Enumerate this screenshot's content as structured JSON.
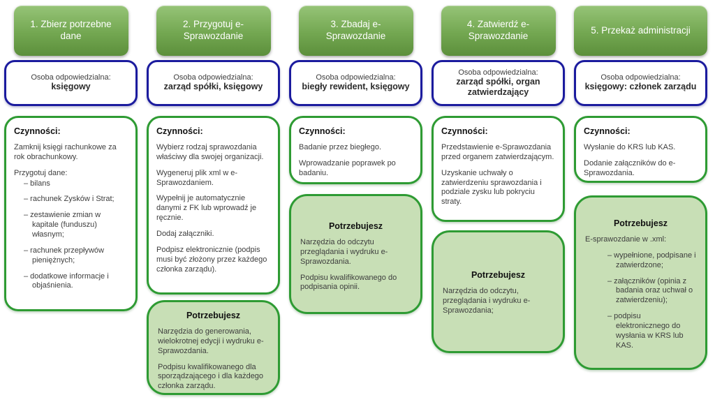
{
  "colors": {
    "header_green_top": "#96c477",
    "header_green_bottom": "#5c8f3b",
    "border_green": "#2e9b33",
    "border_blue": "#1b1b9e",
    "needs_fill": "#c8dfb6"
  },
  "columns": [
    {
      "header": "1. Zbierz potrzebne dane",
      "responsible_label": "Osoba odpowiedzialna:",
      "responsible": "księgowy",
      "activities_title": "Czynności:",
      "paragraphs": [
        "Zamknij księgi rachunkowe za rok obrachunkowy.",
        "Przygotuj dane:"
      ],
      "list": [
        "– bilans",
        "– rachunek Zysków i Strat;",
        "– zestawienie zmian w kapitale (funduszu) własnym;",
        "– rachunek przepływów pieniężnych;",
        "– dodatkowe informacje i objaśnienia."
      ]
    },
    {
      "header": "2. Przygotuj e-Sprawozdanie",
      "responsible_label": "Osoba odpowiedzialna:",
      "responsible": "zarząd spółki, księgowy",
      "activities_title": "Czynności:",
      "paragraphs": [
        "Wybierz rodzaj sprawozdania właściwy dla swojej organizacji.",
        "Wygeneruj plik xml w e-Sprawozdaniem.",
        "Wypełnij je automatycznie danymi z FK lub wprowadź je ręcznie.",
        "Dodaj załączniki.",
        "Podpisz elektronicznie (podpis musi być złożony przez każdego członka zarządu)."
      ],
      "needs_title": "Potrzebujesz",
      "needs": [
        "Narzędzia do generowania, wielokrotnej edycji i wydruku e-Sprawozdania.",
        "Podpisu kwalifikowanego dla sporządzającego i dla każdego członka zarządu."
      ]
    },
    {
      "header": "3. Zbadaj e-Sprawozdanie",
      "responsible_label": "Osoba odpowiedzialna:",
      "responsible": "biegły rewident, księgowy",
      "activities_title": "Czynności:",
      "paragraphs": [
        "Badanie przez biegłego.",
        "Wprowadzanie poprawek po badaniu."
      ],
      "needs_title": "Potrzebujesz",
      "needs": [
        "Narzędzia do odczytu przeglądania i wydruku e-Sprawozdania.",
        "Podpisu kwalifikowanego do podpisania opinii."
      ]
    },
    {
      "header": "4. Zatwierdź e-Sprawozdanie",
      "responsible_label": "Osoba odpowiedzialna:",
      "responsible": "zarząd spółki, organ zatwierdzający",
      "activities_title": "Czynności:",
      "paragraphs": [
        "Przedstawienie e-Sprawozdania przed organem zatwierdzającym.",
        "Uzyskanie uchwały o zatwierdzeniu sprawozdania i podziale zysku lub pokryciu straty."
      ],
      "needs_title": "Potrzebujesz",
      "needs": [
        "Narzędzia do odczytu, przeglądania i wydruku e-Sprawozdania;"
      ]
    },
    {
      "header": "5. Przekaż administracji",
      "responsible_label": "Osoba odpowiedzialna:",
      "responsible": "księgowy: członek zarządu",
      "activities_title": "Czynności:",
      "paragraphs": [
        "Wysłanie do KRS lub KAS.",
        "Dodanie załączników do e-Sprawozdania."
      ],
      "needs_title": "Potrzebujesz",
      "needs_intro": "E-sprawozdanie w .xml:",
      "needs_list": [
        "– wypełnione, podpisane i zatwierdzone;",
        "– załączników (opinia z badania oraz uchwał o zatwierdzeniu);",
        "– podpisu elektronicznego do wysłania w KRS lub KAS."
      ]
    }
  ]
}
